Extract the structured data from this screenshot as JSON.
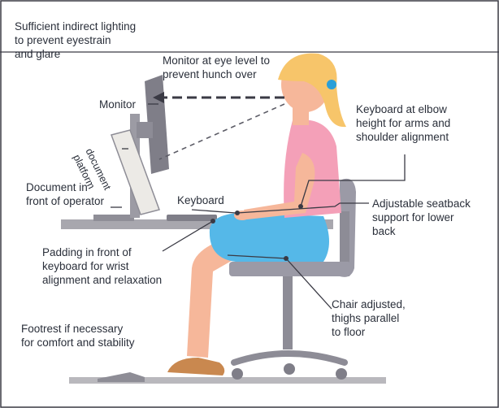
{
  "labels": {
    "lighting": "Sufficient indirect lighting\nto prevent eyestrain\nand glare",
    "monitor_eye_level": "Monitor at eye level to\nprevent hunch over",
    "monitor": "Monitor",
    "document_platform": "document\nplatform",
    "keyboard_elbow": "Keyboard at elbow\nheight for arms and\nshoulder alignment",
    "document_front": "Document in\nfront of operator",
    "keyboard": "Keyboard",
    "seatback": "Adjustable seatback\nsupport for lower\nback",
    "padding": "Padding in front of\nkeyboard for wrist\nalignment and relaxation",
    "chair": "Chair adjusted,\nthighs parallel\nto floor",
    "footrest": "Footrest if necessary\nfor comfort and stability"
  },
  "colors": {
    "skin": "#f6b79a",
    "shirt": "#f4a0b8",
    "shorts": "#55b8e8",
    "hair": "#f7c56a",
    "hair_tie": "#2a9fd8",
    "chair": "#9b9aa6",
    "desk": "#a8a7ae",
    "shoe": "#c9884f",
    "text": "#2a2f3a",
    "pointer": "#3a3a44"
  }
}
